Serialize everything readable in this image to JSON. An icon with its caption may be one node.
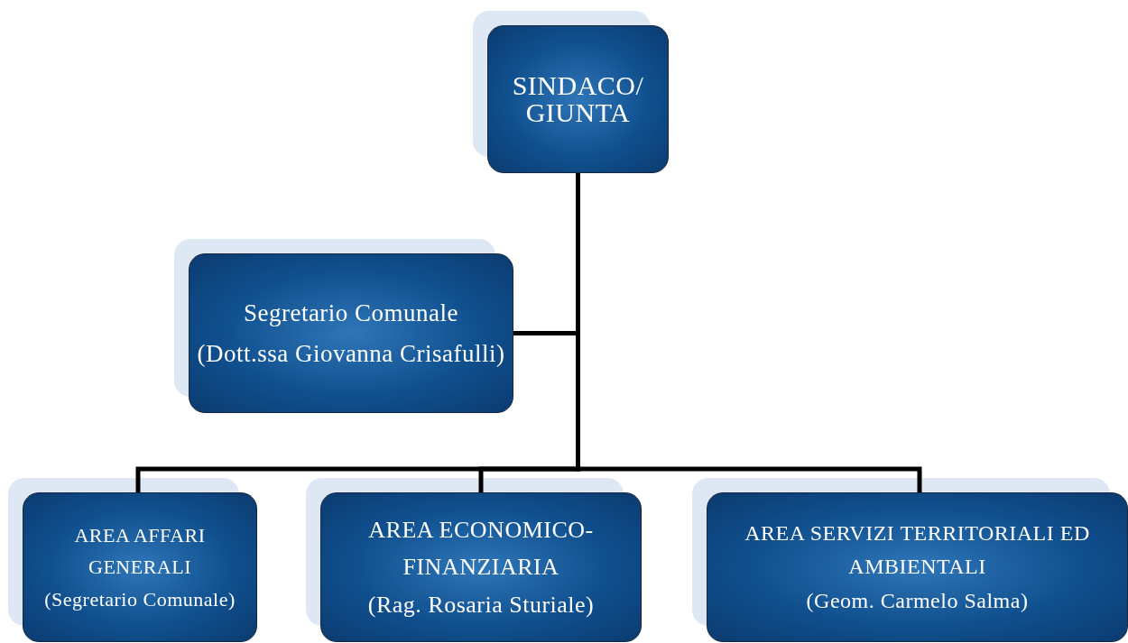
{
  "diagram": {
    "nodes": [
      {
        "text": [
          "SINDACO/ GIUNTA"
        ]
      },
      {
        "text": [
          "Segretario Comunale",
          "(Dott.ssa Giovanna Crisafulli)"
        ]
      },
      {
        "text": [
          "AREA AFFARI GENERALI",
          "(Segretario Comunale)"
        ]
      },
      {
        "text": [
          "AREA ECONOMICO-FINANZIARIA",
          "(Rag. Rosaria Sturiale)"
        ]
      },
      {
        "text": [
          "AREA SERVIZI TERRITORIALI ED AMBIENTALI",
          "(Geom. Carmelo Salma)"
        ]
      }
    ],
    "edges": [
      {
        "from": 0,
        "to": 1,
        "arrow": "none"
      },
      {
        "from": 0,
        "to": 2,
        "arrow": "none"
      },
      {
        "from": 0,
        "to": 3,
        "arrow": "none"
      },
      {
        "from": 0,
        "to": 4,
        "arrow": "none"
      }
    ]
  }
}
